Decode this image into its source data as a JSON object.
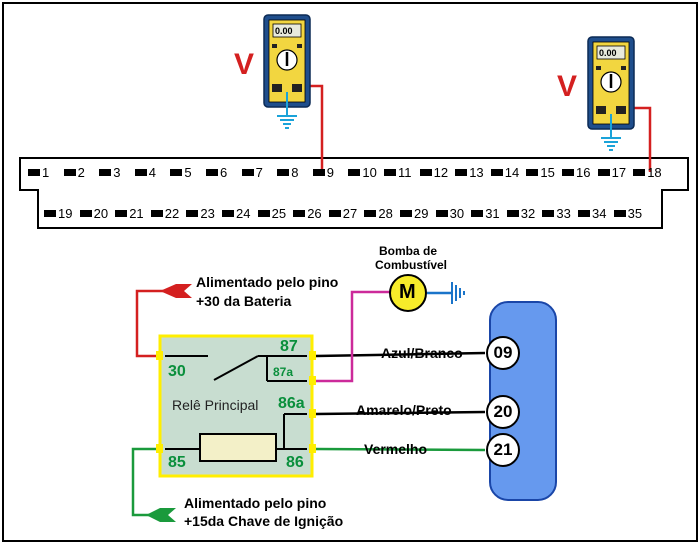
{
  "connector": {
    "top_pins": [
      "1",
      "2",
      "3",
      "4",
      "5",
      "6",
      "7",
      "8",
      "9",
      "10",
      "11",
      "12",
      "13",
      "14",
      "15",
      "16",
      "17",
      "18"
    ],
    "bottom_pins": [
      "19",
      "20",
      "21",
      "22",
      "23",
      "24",
      "25",
      "26",
      "27",
      "28",
      "29",
      "30",
      "31",
      "32",
      "33",
      "34",
      "35"
    ]
  },
  "meters": [
    {
      "label": "V",
      "display": "0.00",
      "probe_pin": "9"
    },
    {
      "label": "V",
      "display": "0.00",
      "probe_pin": "18"
    }
  ],
  "relay": {
    "name": "Relê Principal",
    "terminals": {
      "t30": "30",
      "t87": "87",
      "t87a": "87a",
      "t86a": "86a",
      "t85": "85",
      "t86": "86"
    }
  },
  "pump": {
    "symbol": "M",
    "label_line1": "Bomba de",
    "label_line2": "Combustível"
  },
  "supply_30": {
    "line1": "Alimentado pelo pino",
    "line2": "+30 da Bateria"
  },
  "supply_15": {
    "line1": "Alimentado pelo pino",
    "line2": "+15da Chave de Ignição"
  },
  "wires": [
    {
      "label": "Azul/Branco",
      "pin": "09"
    },
    {
      "label": "Amarelo/Preto",
      "pin": "20"
    },
    {
      "label": "Vermelho",
      "pin": "21"
    }
  ],
  "colors": {
    "red_wire": "#d42020",
    "green_wire": "#1a9a3c",
    "magenta_wire": "#cc2a9a",
    "relay_fill": "#c8ddd0",
    "relay_border": "#ffee00",
    "ecu_fill": "#6699ee",
    "meter_body": "#1f4e8c",
    "meter_face": "#f2d640"
  }
}
